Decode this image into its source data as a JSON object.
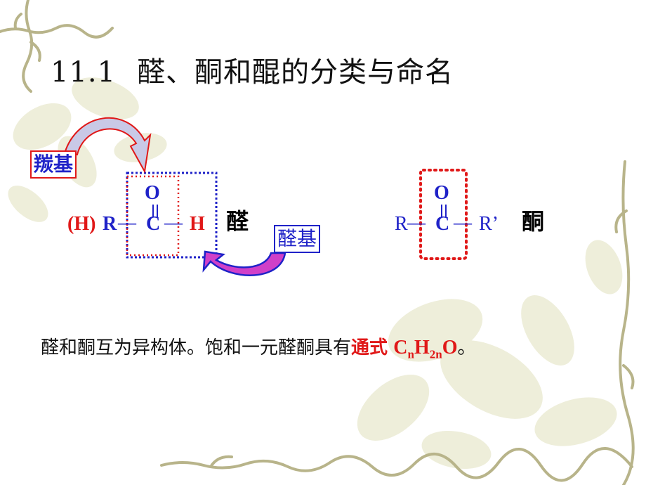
{
  "title": {
    "number": "11.1",
    "text": "醛、酮和醌的分类与命名"
  },
  "aldehyde": {
    "prefix": "(H)",
    "r": "R",
    "dash1": "—",
    "c": "C",
    "dash2": "—",
    "h": "H",
    "o": "O",
    "name": "醛",
    "carbonyl_label": "羰基",
    "aldehyde_group_label": "醛基"
  },
  "ketone": {
    "r1": "R",
    "dash1": "—",
    "c": "C",
    "dash2": "—",
    "r2": "R’",
    "o": "O",
    "name": "酮"
  },
  "sentence": {
    "main": "醛和酮互为异构体。饱和一元醛酮具有",
    "highlight": "通式",
    "f_c": "C",
    "f_n1": "n",
    "f_h": "H",
    "f_2n": "2n",
    "f_o": "O",
    "end": "。"
  },
  "colors": {
    "blue": "#1f22c8",
    "red": "#e01818",
    "background_leaf": "#e6e6cc"
  }
}
